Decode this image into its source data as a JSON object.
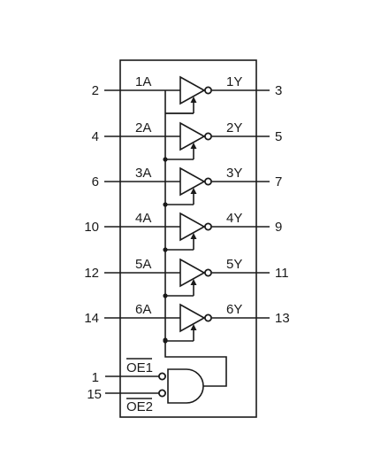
{
  "buffers": [
    {
      "input_label": "1A",
      "output_label": "1Y",
      "input_pin": "2",
      "output_pin": "3"
    },
    {
      "input_label": "2A",
      "output_label": "2Y",
      "input_pin": "4",
      "output_pin": "5"
    },
    {
      "input_label": "3A",
      "output_label": "3Y",
      "input_pin": "6",
      "output_pin": "7"
    },
    {
      "input_label": "4A",
      "output_label": "4Y",
      "input_pin": "10",
      "output_pin": "9"
    },
    {
      "input_label": "5A",
      "output_label": "5Y",
      "input_pin": "12",
      "output_pin": "11"
    },
    {
      "input_label": "6A",
      "output_label": "6Y",
      "input_pin": "14",
      "output_pin": "13"
    }
  ],
  "enables": [
    {
      "label": "OE1",
      "pin": "1",
      "active_low": true
    },
    {
      "label": "OE2",
      "pin": "15",
      "active_low": true
    }
  ]
}
